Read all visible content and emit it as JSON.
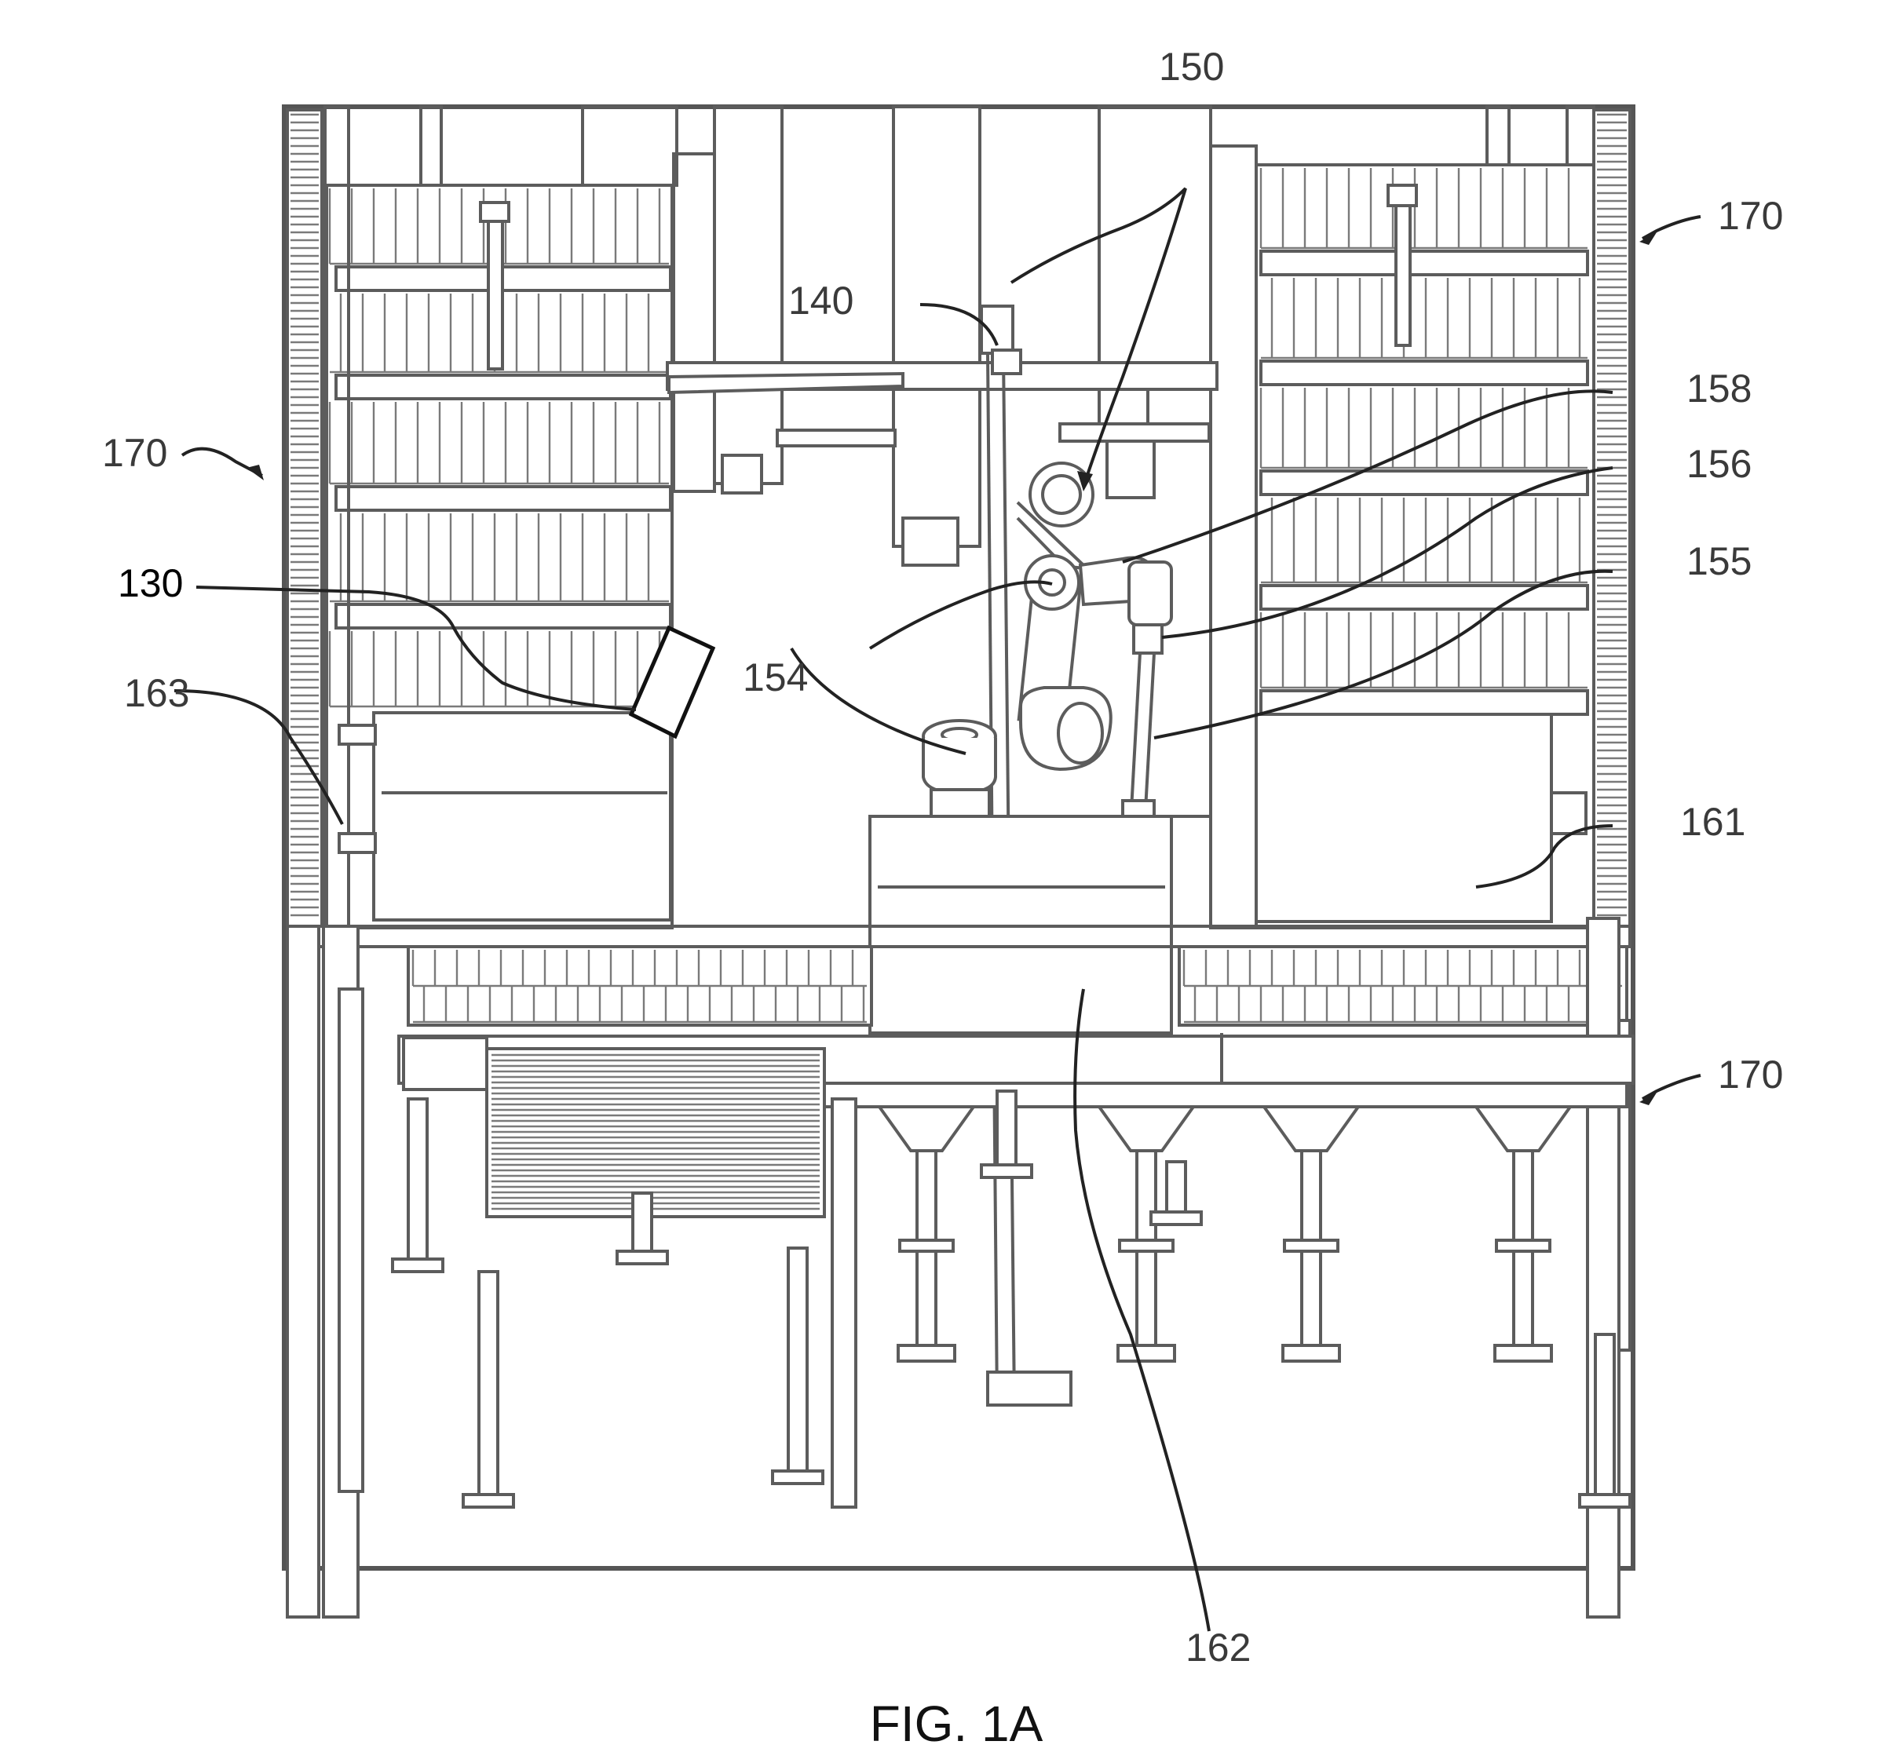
{
  "figure": {
    "caption": "FIG. 1A",
    "reference_numerals": {
      "n130": "130",
      "n140": "140",
      "n150": "150",
      "n154": "154",
      "n155": "155",
      "n156": "156",
      "n158": "158",
      "n161": "161",
      "n162": "162",
      "n163": "163",
      "n170_left": "170",
      "n170_top_right": "170",
      "n170_bottom_right": "170"
    },
    "line_color": "#5c5c5c",
    "leader_color": "#222222",
    "background": "#ffffff"
  }
}
